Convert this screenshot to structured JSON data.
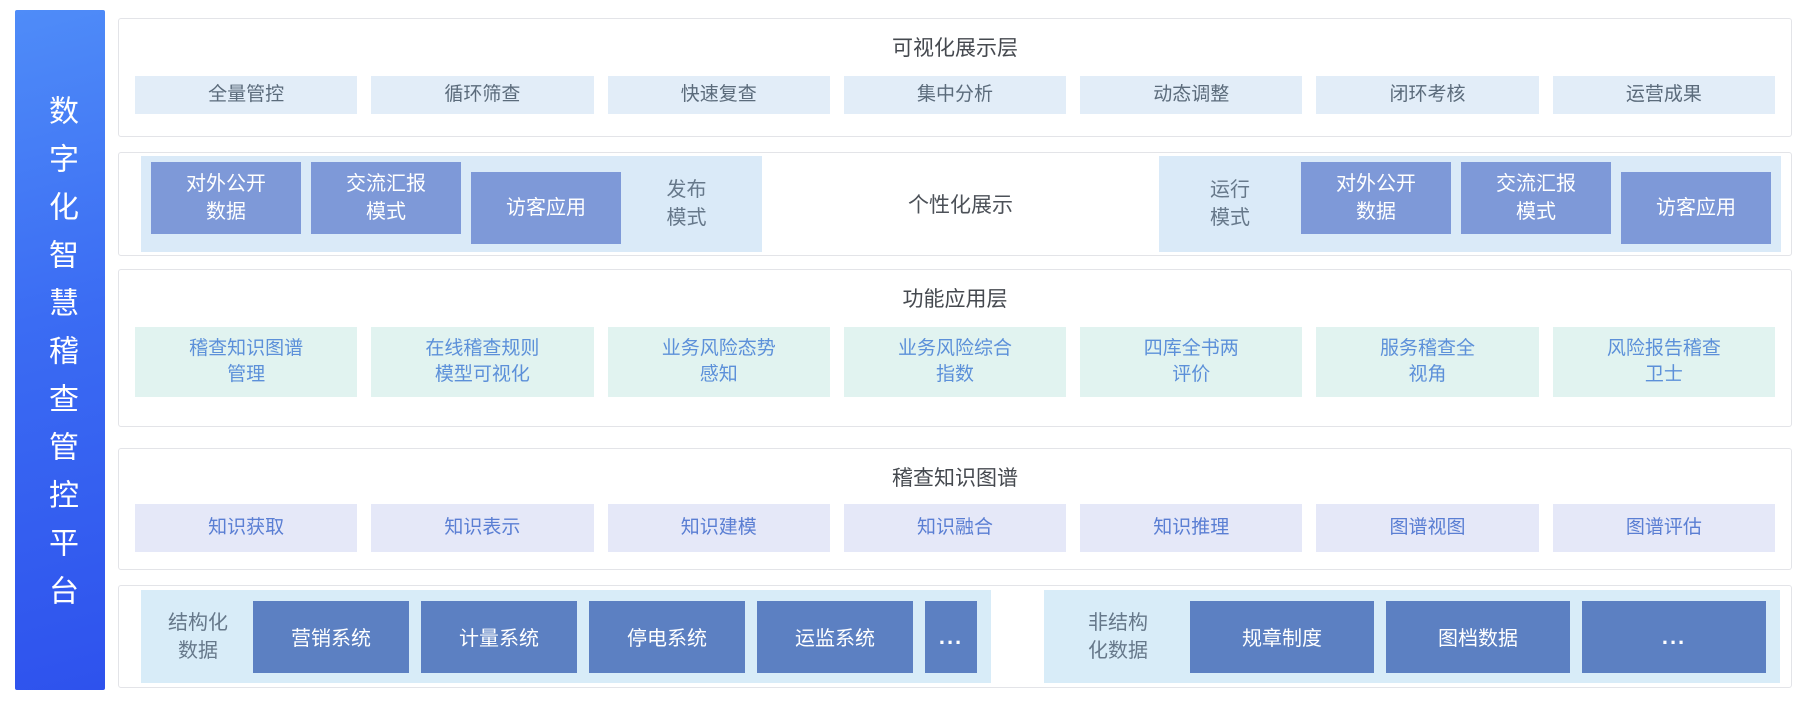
{
  "platform": {
    "title": "数字化智慧稽查管控平台"
  },
  "visualization_layer": {
    "title": "可视化展示层",
    "items": [
      "全量管控",
      "循环筛查",
      "快速复查",
      "集中分析",
      "动态调整",
      "闭环考核",
      "运营成果"
    ]
  },
  "display_layer": {
    "publish_group": {
      "label": "发布\n模式",
      "boxes": [
        "对外公开\n数据",
        "交流汇报\n模式",
        "访客应用"
      ]
    },
    "center_label": "个性化展示",
    "run_group": {
      "label": "运行\n模式",
      "boxes": [
        "对外公开\n数据",
        "交流汇报\n模式",
        "访客应用"
      ]
    }
  },
  "function_layer": {
    "title": "功能应用层",
    "items": [
      "稽查知识图谱\n管理",
      "在线稽查规则\n模型可视化",
      "业务风险态势\n感知",
      "业务风险综合\n指数",
      "四库全书两\n评价",
      "服务稽查全\n视角",
      "风险报告稽查\n卫士"
    ]
  },
  "knowledge_layer": {
    "title": "稽查知识图谱",
    "items": [
      "知识获取",
      "知识表示",
      "知识建模",
      "知识融合",
      "知识推理",
      "图谱视图",
      "图谱评估"
    ]
  },
  "data_layer": {
    "structured_group": {
      "label": "结构化\n数据",
      "boxes": [
        "营销系统",
        "计量系统",
        "停电系统",
        "运监系统",
        "..."
      ]
    },
    "unstructured_group": {
      "label": "非结构\n化数据",
      "boxes": [
        "规章制度",
        "图档数据",
        "..."
      ]
    }
  },
  "colors": {
    "sidebar_gradient_top": "#4f8cf8",
    "sidebar_gradient_bottom": "#2e52ed",
    "viz_item_bg": "#e2edf8",
    "mode_panel_bg": "#daeaf8",
    "mode_box_bg": "#7e99d8",
    "func_item_bg": "#e1f3f0",
    "func_item_text": "#5c90d9",
    "know_item_bg": "#e5e8f8",
    "know_item_text": "#5a7ed3",
    "data_panel_bg": "#d8ecf8",
    "sys_box_bg": "#5c80c2"
  }
}
